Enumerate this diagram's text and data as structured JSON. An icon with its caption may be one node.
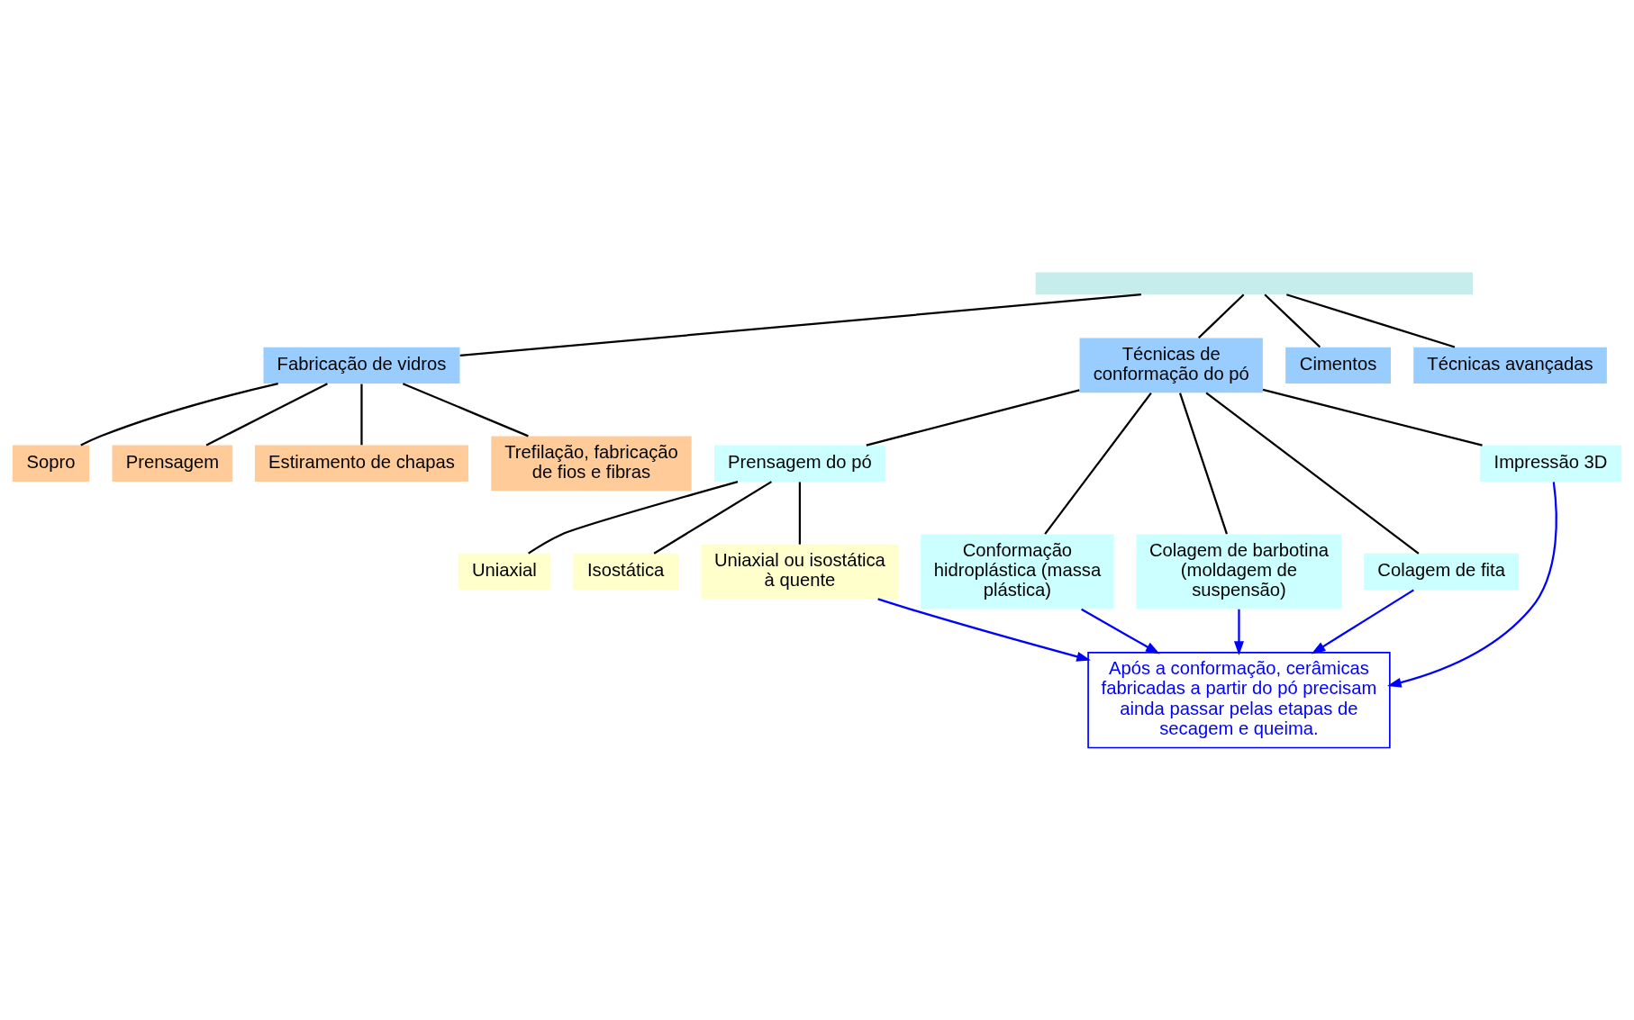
{
  "diagram": {
    "nodes": [
      {
        "text": [],
        "shape": "box"
      },
      {
        "text": [
          "Fabricação de vidros"
        ]
      },
      {
        "text": [
          "Técnicas de conformação do pó"
        ]
      },
      {
        "text": [
          "Cimentos"
        ]
      },
      {
        "text": [
          "Técnicas avançadas"
        ]
      },
      {
        "text": [
          "Sopro"
        ]
      },
      {
        "text": [
          "Prensagem"
        ]
      },
      {
        "text": [
          "Estiramento de chapas"
        ]
      },
      {
        "text": [
          "Trefilação, fabricação de fios e fibras"
        ]
      },
      {
        "text": [
          "Prensagem do pó"
        ]
      },
      {
        "text": [
          "Conformação hidroplástica (massa plástica)"
        ]
      },
      {
        "text": [
          "Colagem de barbotina (moldagem de suspensão)"
        ]
      },
      {
        "text": [
          "Colagem de fita"
        ]
      },
      {
        "text": [
          "Impressão 3D"
        ]
      },
      {
        "text": [
          "Uniaxial"
        ]
      },
      {
        "text": [
          "Isostática"
        ]
      },
      {
        "text": [
          "Uniaxial ou isostática à quente"
        ]
      },
      {
        "text": [
          "Após a conformação, cerâmicas fabricadas a partir do pó precisam ainda passar pelas etapas de secagem e queima."
        ]
      }
    ],
    "edges": [
      {
        "from": 0,
        "to": 1,
        "arrow": "none"
      },
      {
        "from": 0,
        "to": 2,
        "arrow": "none"
      },
      {
        "from": 0,
        "to": 3,
        "arrow": "none"
      },
      {
        "from": 0,
        "to": 4,
        "arrow": "none"
      },
      {
        "from": 1,
        "to": 5,
        "arrow": "none"
      },
      {
        "from": 1,
        "to": 6,
        "arrow": "none"
      },
      {
        "from": 1,
        "to": 7,
        "arrow": "none"
      },
      {
        "from": 1,
        "to": 8,
        "arrow": "none"
      },
      {
        "from": 2,
        "to": 9,
        "arrow": "none"
      },
      {
        "from": 2,
        "to": 10,
        "arrow": "none"
      },
      {
        "from": 2,
        "to": 11,
        "arrow": "none"
      },
      {
        "from": 2,
        "to": 12,
        "arrow": "none"
      },
      {
        "from": 2,
        "to": 13,
        "arrow": "none"
      },
      {
        "from": 9,
        "to": 14,
        "arrow": "none"
      },
      {
        "from": 9,
        "to": 15,
        "arrow": "none"
      },
      {
        "from": 9,
        "to": 16,
        "arrow": "none"
      },
      {
        "from": 16,
        "to": 17,
        "arrow": "to",
        "color": "#0000ff"
      },
      {
        "from": 10,
        "to": 17,
        "arrow": "to",
        "color": "#0000ff"
      },
      {
        "from": 11,
        "to": 17,
        "arrow": "to",
        "color": "#0000ff"
      },
      {
        "from": 12,
        "to": 17,
        "arrow": "to",
        "color": "#0000ff"
      },
      {
        "from": 13,
        "to": 17,
        "arrow": "to",
        "color": "#0000ff"
      }
    ]
  }
}
